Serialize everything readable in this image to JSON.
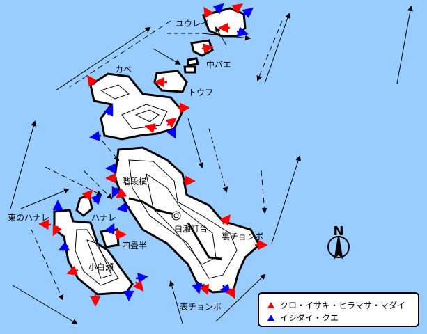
{
  "labels": {
    "yuurei": "ユウレイ",
    "nakabae": "中バエ",
    "kabe": "カベ",
    "toufu": "トウフ",
    "kaidanyoko": "階段横",
    "higashi_hanare": "東のハナレ",
    "hanare": "ハナレ",
    "yojouhan": "四畳半",
    "koshirase": "小白瀬",
    "shirase_toudai": "白瀬灯台",
    "ura_chonbo": "裏チョンボ",
    "omote_chonbo": "表チョンボ"
  },
  "compass": {
    "label": "N"
  },
  "legend": {
    "items": [
      {
        "label": "クロ・イサキ・ヒラマサ・マダイ",
        "color": "#ff0000"
      },
      {
        "label": "イシダイ・クエ",
        "color": "#0000ff"
      }
    ]
  }
}
